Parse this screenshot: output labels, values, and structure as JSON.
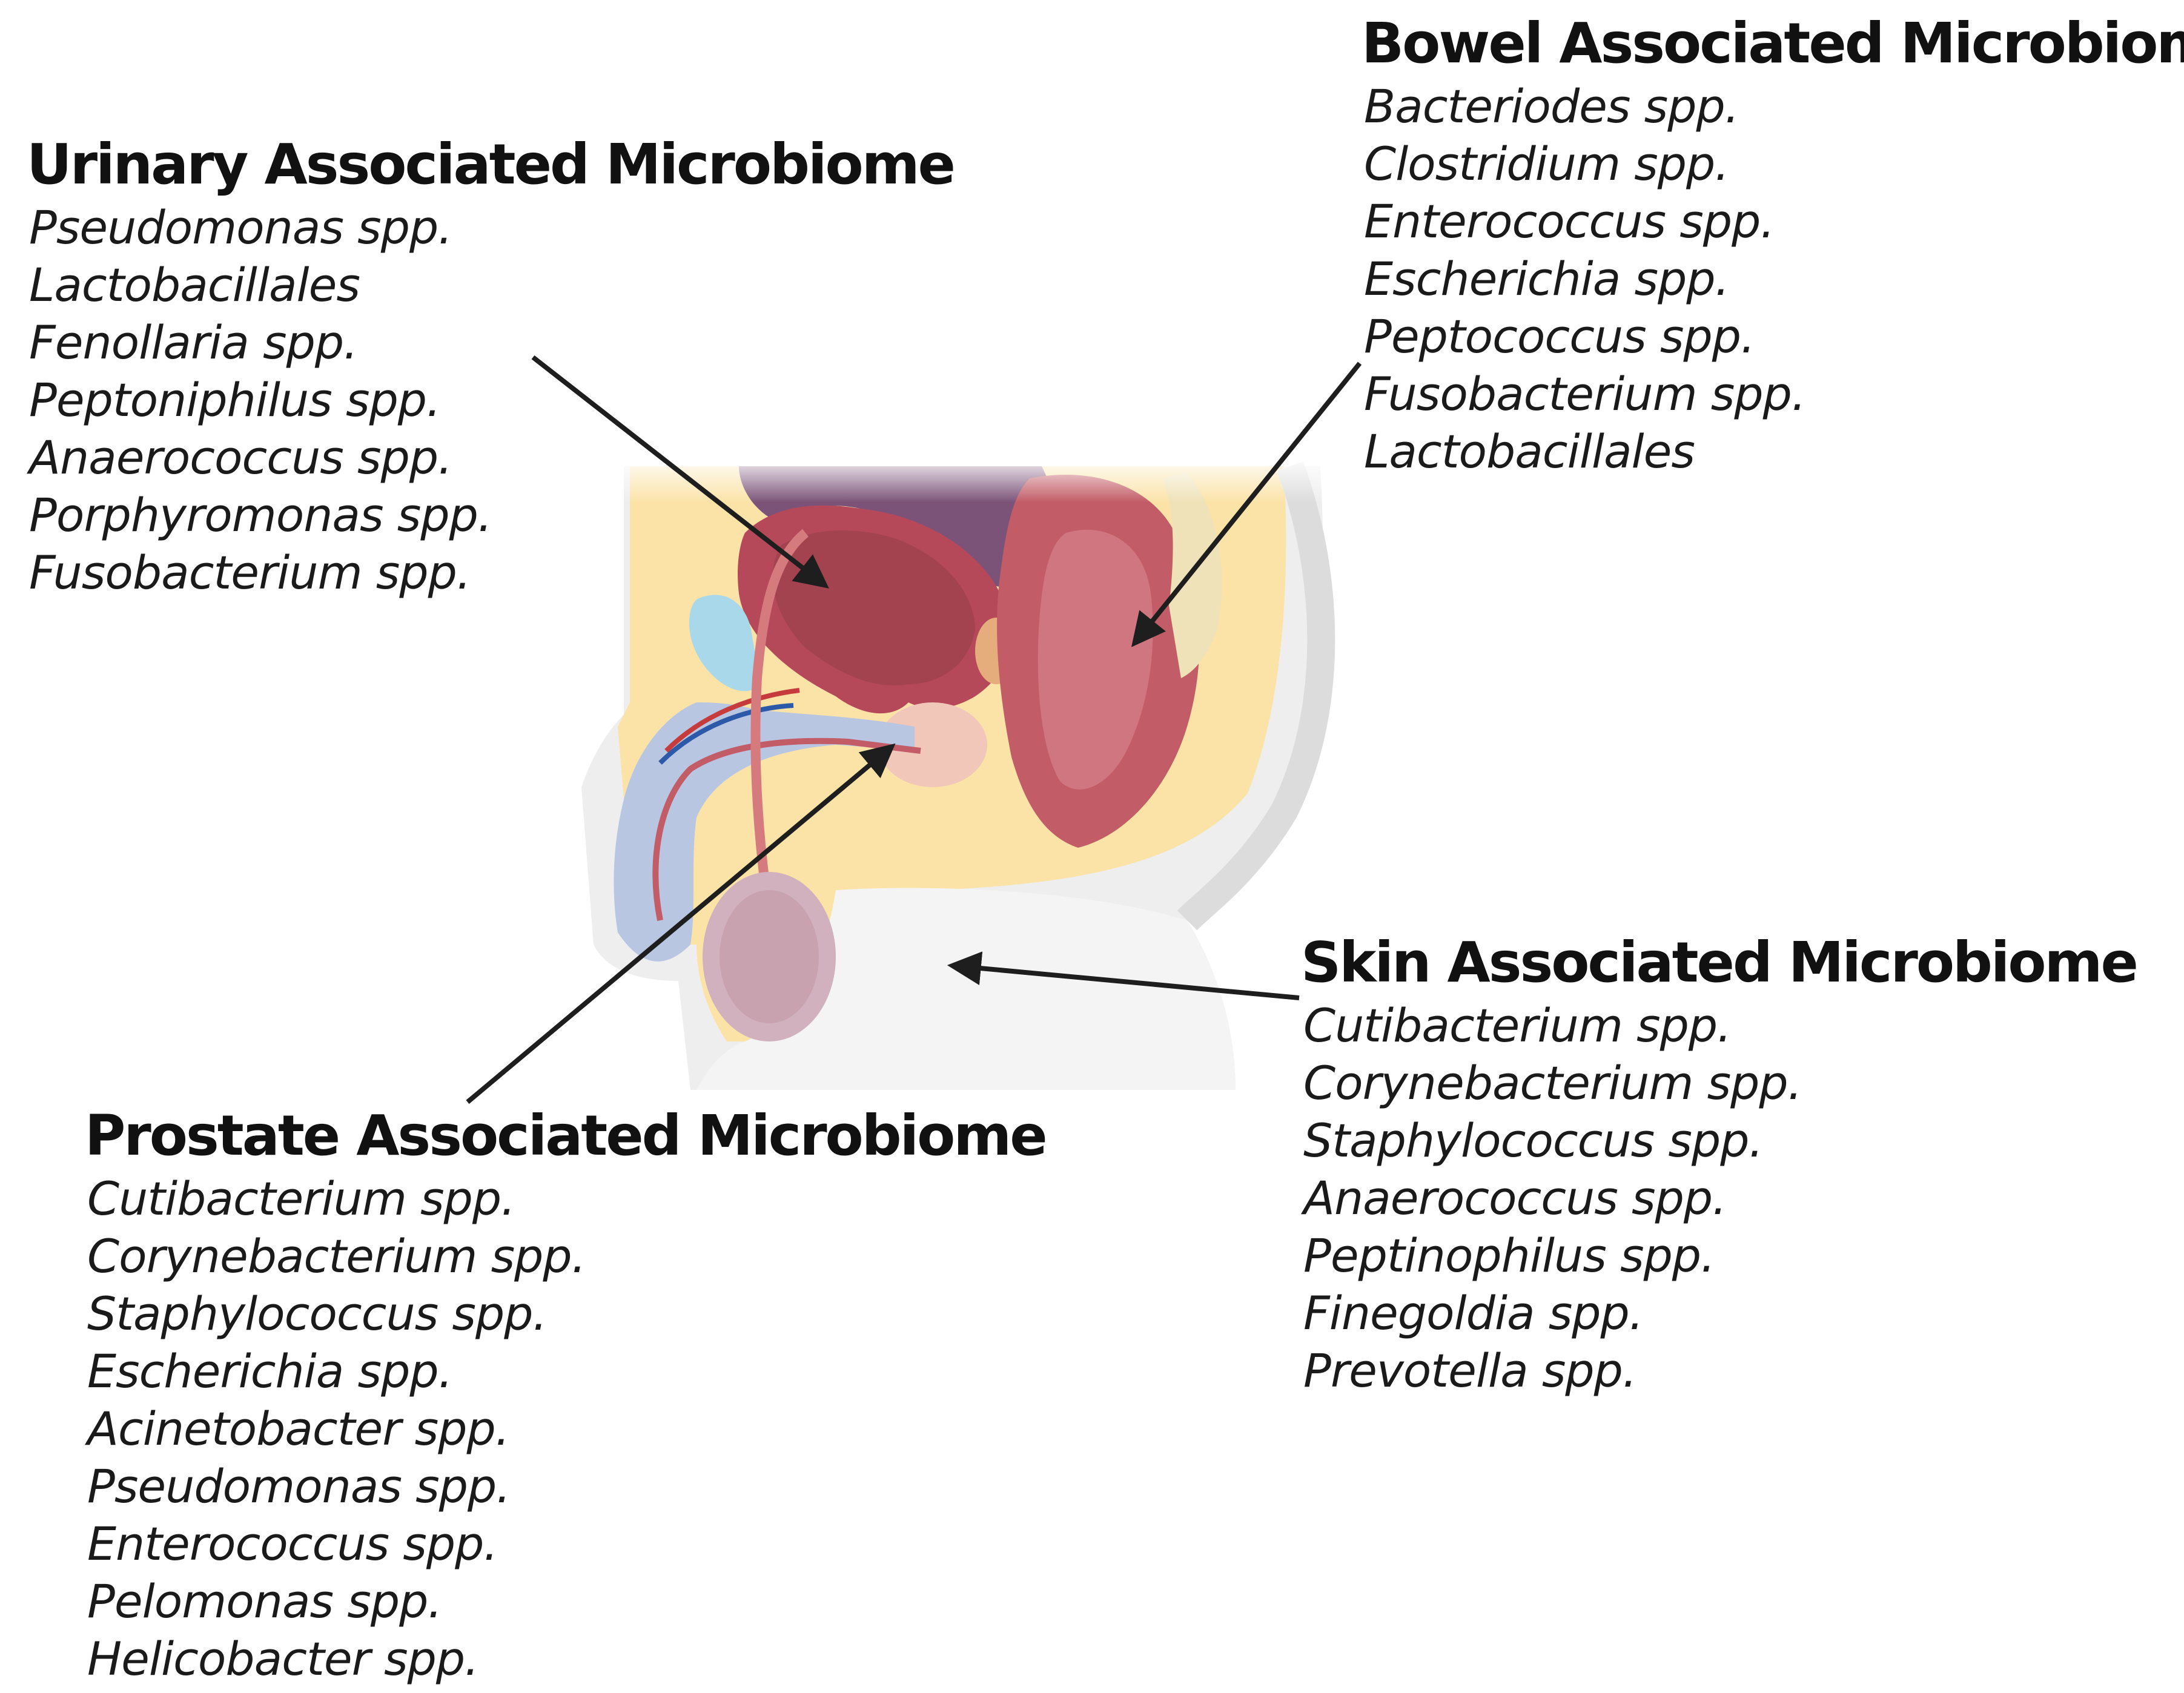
{
  "groups": {
    "urinary": {
      "title": "Urinary Associated Microbiome",
      "items": [
        "Pseudomonas spp.",
        "Lactobacillales",
        "Fenollaria spp.",
        "Peptoniphilus spp.",
        "Anaerococcus spp.",
        "Porphyromonas spp.",
        "Fusobacterium spp."
      ]
    },
    "bowel": {
      "title": "Bowel Associated Microbiome",
      "items": [
        "Bacteriodes spp.",
        "Clostridium spp.",
        "Enterococcus spp.",
        "Escherichia spp.",
        "Peptococcus spp.",
        "Fusobacterium spp.",
        "Lactobacillales"
      ]
    },
    "skin": {
      "title": "Skin Associated Microbiome",
      "items": [
        "Cutibacterium spp.",
        "Corynebacterium spp.",
        "Staphylococcus spp.",
        "Anaerococcus spp.",
        "Peptinophilus spp.",
        "Finegoldia spp.",
        "Prevotella spp."
      ]
    },
    "prostate": {
      "title": "Prostate Associated Microbiome",
      "items": [
        "Cutibacterium spp.",
        "Corynebacterium spp.",
        "Staphylococcus spp.",
        "Escherichia spp.",
        "Acinetobacter spp.",
        "Pseudomonas spp.",
        "Enterococcus spp.",
        "Pelomonas spp.",
        "Helicobacter spp."
      ]
    }
  },
  "colors": {
    "fat": "#fbe3a8",
    "skin_outline": "#e4e4e4",
    "skin_fill": "#f3f3f3",
    "bladder": "#b5495a",
    "bladder_inner": "#a84552",
    "peritoneum": "#7b5378",
    "bowel": "#c25c66",
    "prostate": "#f0c7b9",
    "testis": "#c9a2b0",
    "penis_blue": "#b9c6e2",
    "pubic_bone": "#a8d8ea",
    "arrow": "#1e1e1e"
  }
}
